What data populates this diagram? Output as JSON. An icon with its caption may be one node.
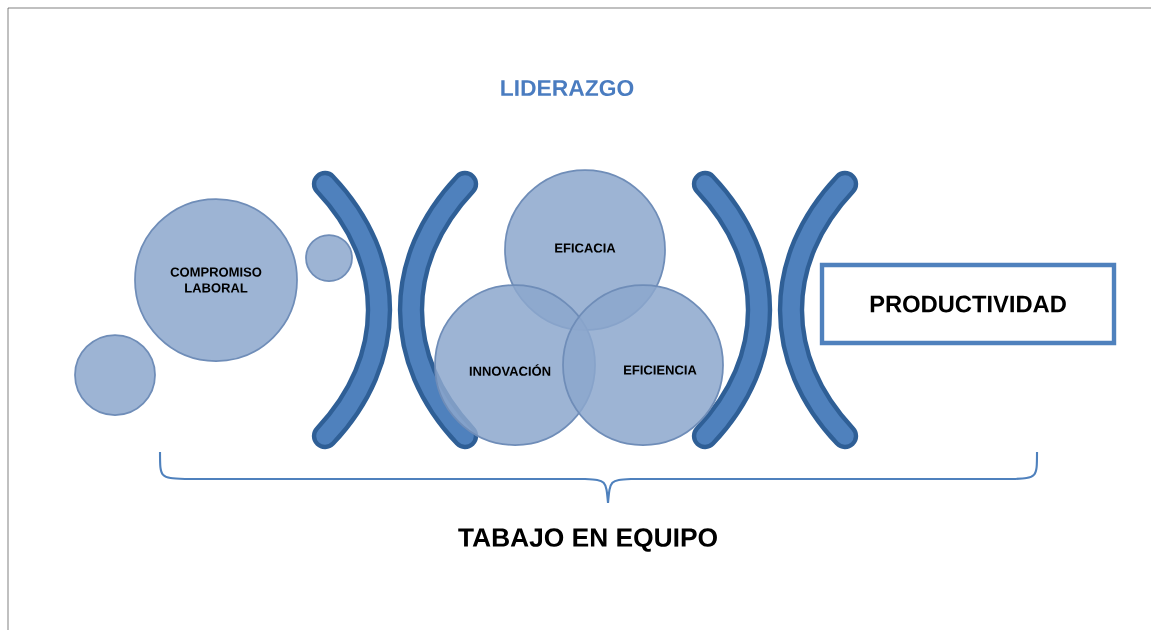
{
  "diagram": {
    "title": "LIDERAZGO",
    "nodes": [
      {
        "text": [],
        "shape": "circle"
      },
      {
        "text": [
          "COMPROMISO LABORAL"
        ]
      },
      {
        "text": [],
        "shape": "circle"
      },
      {
        "text": [
          "EFICACIA"
        ]
      },
      {
        "text": [
          "INNOVACIÓN"
        ]
      },
      {
        "text": [
          "EFICIENCIA"
        ]
      },
      {
        "text": [
          "PRODUCTIVIDAD"
        ]
      }
    ],
    "labels": [
      "TABAJO EN EQUIPO"
    ]
  }
}
